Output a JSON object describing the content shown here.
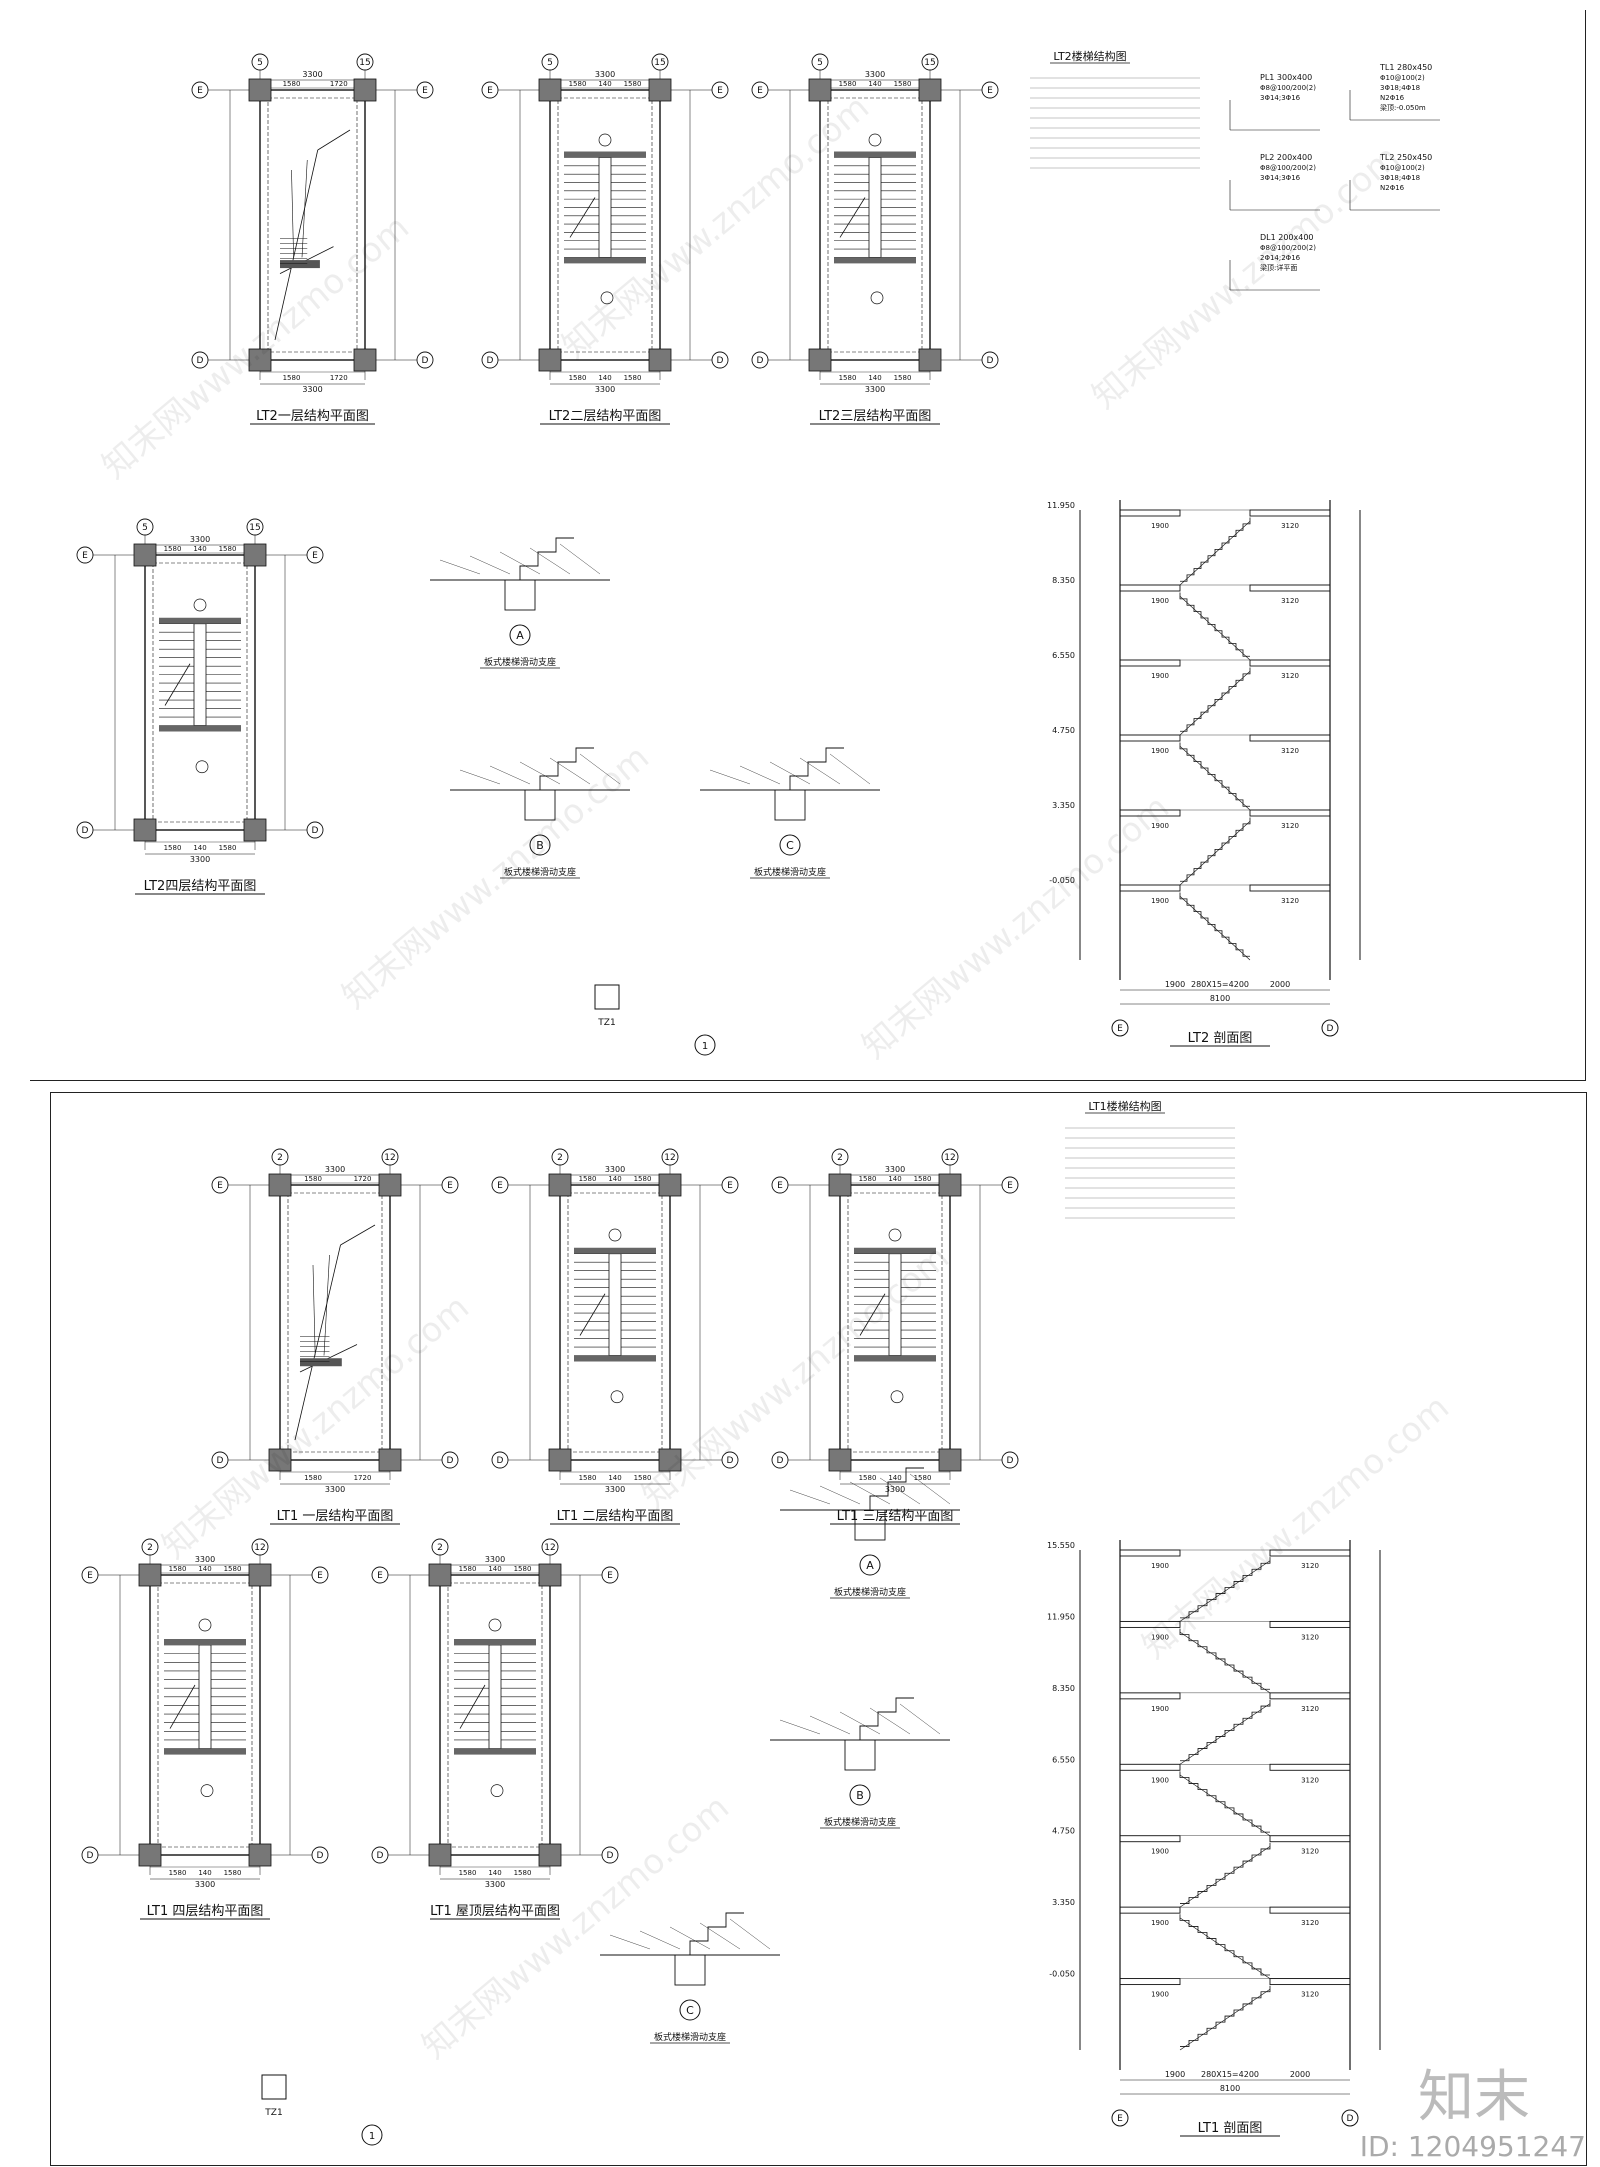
{
  "sheet1": {
    "plans": [
      {
        "title": "LT2一层结构平面图",
        "axis_tl": "⑤",
        "axis_tr": "⑮",
        "axis_top": "Ⓔ",
        "axis_bot": "Ⓓ",
        "dims": [
          "3300",
          "1580",
          "1720"
        ]
      },
      {
        "title": "LT2二层结构平面图",
        "axis_tl": "⑤",
        "axis_tr": "⑮",
        "axis_top": "Ⓔ",
        "axis_bot": "Ⓓ",
        "dims": [
          "3300",
          "1580",
          "140",
          "1580"
        ]
      },
      {
        "title": "LT2三层结构平面图",
        "axis_tl": "⑤",
        "axis_tr": "⑮",
        "axis_top": "Ⓔ",
        "axis_bot": "Ⓓ",
        "dims": [
          "3300",
          "1580",
          "140",
          "1580"
        ]
      },
      {
        "title": "LT2四层结构平面图",
        "axis_tl": "⑤",
        "axis_tr": "⑮",
        "axis_top": "Ⓔ",
        "axis_bot": "Ⓓ",
        "dims": [
          "3300",
          "1580",
          "140",
          "1580"
        ]
      }
    ],
    "notes_title": "LT2楼梯结构图",
    "beams": [
      {
        "name": "PL1",
        "size": "300x400",
        "rebar": "Φ8@100/200(2)",
        "bars": "3Φ14;3Φ16"
      },
      {
        "name": "TL1",
        "size": "280x450",
        "rebar": "Φ10@100(2)",
        "bars": "3Φ18;4Φ18",
        "extra": "N2Φ16",
        "elev": "梁顶:-0.050m"
      },
      {
        "name": "PL2",
        "size": "200x400",
        "rebar": "Φ8@100/200(2)",
        "bars": "3Φ14;3Φ16"
      },
      {
        "name": "TL2",
        "size": "250x450",
        "rebar": "Φ10@100(2)",
        "bars": "3Φ18;4Φ18",
        "extra": "N2Φ16"
      },
      {
        "name": "DL1",
        "size": "200x400",
        "rebar": "Φ8@100/200(2)",
        "bars": "2Φ14;2Φ16",
        "elev": "梁顶:详平面"
      }
    ],
    "details": [
      {
        "label": "A",
        "caption": "板式楼梯滑动支座"
      },
      {
        "label": "B",
        "caption": "板式楼梯滑动支座"
      },
      {
        "label": "C",
        "caption": "板式楼梯滑动支座"
      }
    ],
    "tz_label": "TZ1",
    "detail1_label": "1",
    "section_title": "LT2 剖面图",
    "section_elevs": [
      "11.950",
      "8.350",
      "6.550",
      "4.750",
      "3.350",
      "-0.050"
    ],
    "section_dims": [
      "1900",
      "3120",
      "2000",
      "280X15=4200",
      "8100"
    ],
    "section_axes": [
      "Ⓔ",
      "Ⓓ"
    ]
  },
  "sheet2": {
    "plans": [
      {
        "title": "LT1 一层结构平面图",
        "axis_tl": "②",
        "axis_tr": "⑫",
        "axis_top": "Ⓔ",
        "axis_bot": "Ⓓ",
        "dims": [
          "3300",
          "1580",
          "1720"
        ]
      },
      {
        "title": "LT1 二层结构平面图",
        "axis_tl": "②",
        "axis_tr": "⑫",
        "axis_top": "Ⓔ",
        "axis_bot": "Ⓓ",
        "dims": [
          "3300",
          "1580",
          "140",
          "1580"
        ]
      },
      {
        "title": "LT1 三层结构平面图",
        "axis_tl": "②",
        "axis_tr": "⑫",
        "axis_top": "Ⓔ",
        "axis_bot": "Ⓓ",
        "dims": [
          "3300",
          "1580",
          "140",
          "1580"
        ]
      },
      {
        "title": "LT1 四层结构平面图",
        "axis_tl": "②",
        "axis_tr": "⑫",
        "axis_top": "Ⓔ",
        "axis_bot": "Ⓓ",
        "dims": [
          "3300",
          "1580",
          "140",
          "1580"
        ]
      },
      {
        "title": "LT1 屋顶层结构平面图",
        "axis_tl": "②",
        "axis_tr": "⑫",
        "axis_top": "Ⓔ",
        "axis_bot": "Ⓓ",
        "dims": [
          "3300",
          "1580",
          "140",
          "1580"
        ]
      }
    ],
    "notes_title": "LT1楼梯结构图",
    "details": [
      {
        "label": "A",
        "caption": "板式楼梯滑动支座"
      },
      {
        "label": "B",
        "caption": "板式楼梯滑动支座"
      },
      {
        "label": "C",
        "caption": "板式楼梯滑动支座"
      }
    ],
    "tz_label": "TZ1",
    "detail1_label": "1",
    "section_title": "LT1 剖面图",
    "section_elevs": [
      "15.550",
      "11.950",
      "8.350",
      "6.550",
      "4.750",
      "3.350",
      "-0.050"
    ],
    "section_dims": [
      "1900",
      "3120",
      "2000",
      "280X15=4200",
      "8100"
    ]
  },
  "watermark": "知末网www.znzmo.com",
  "brand": "知末",
  "id_text": "ID: 1204951247"
}
